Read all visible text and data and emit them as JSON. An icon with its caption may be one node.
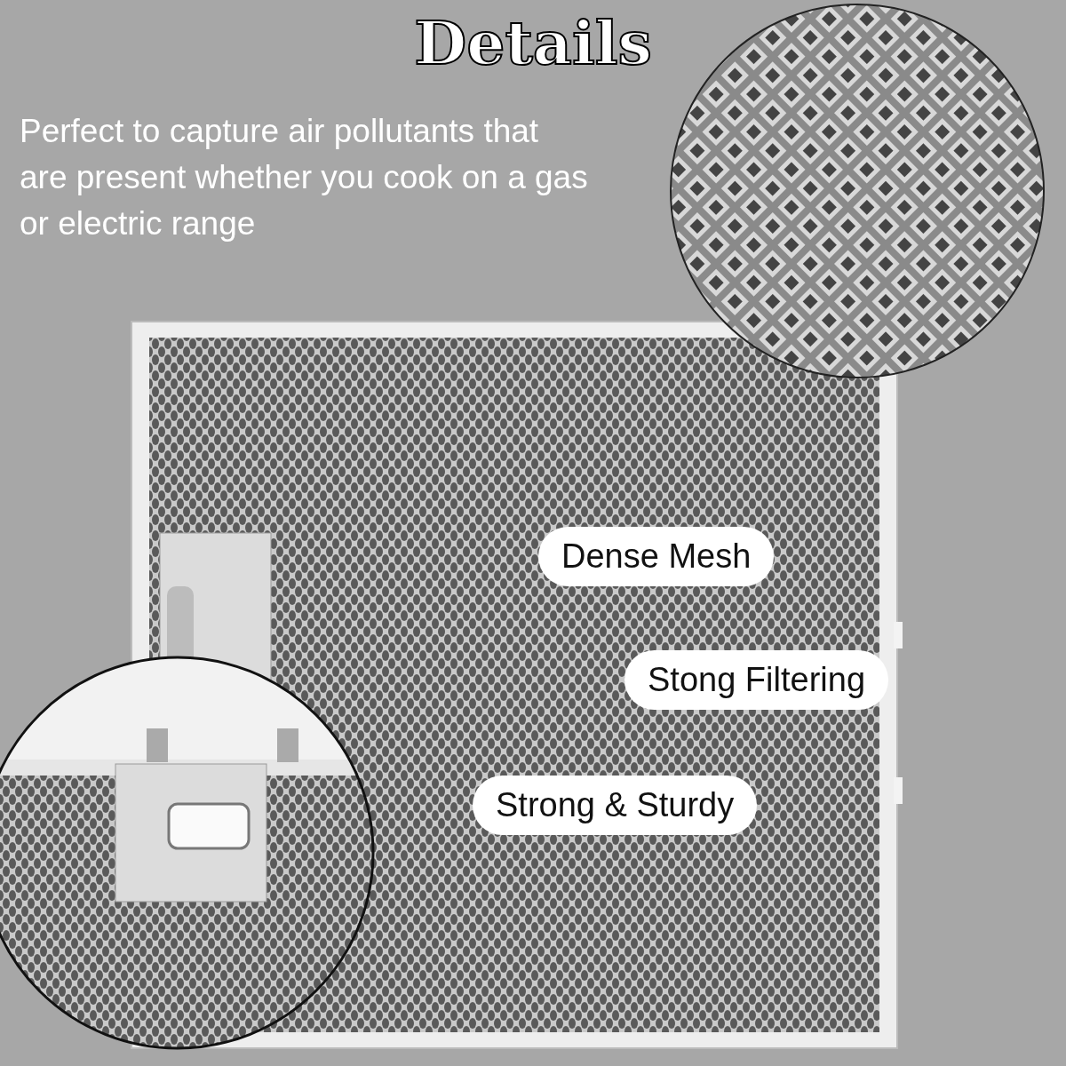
{
  "diagram": {
    "title": "Details",
    "nodes": [
      {
        "text": [
          "Dense Mesh"
        ]
      },
      {
        "text": [
          "Stong Filtering"
        ]
      },
      {
        "text": [
          "Strong & Sturdy"
        ]
      }
    ],
    "labels": [
      "Perfect to capture air pollutants that are present whether you cook on a gas or electric range"
    ]
  }
}
